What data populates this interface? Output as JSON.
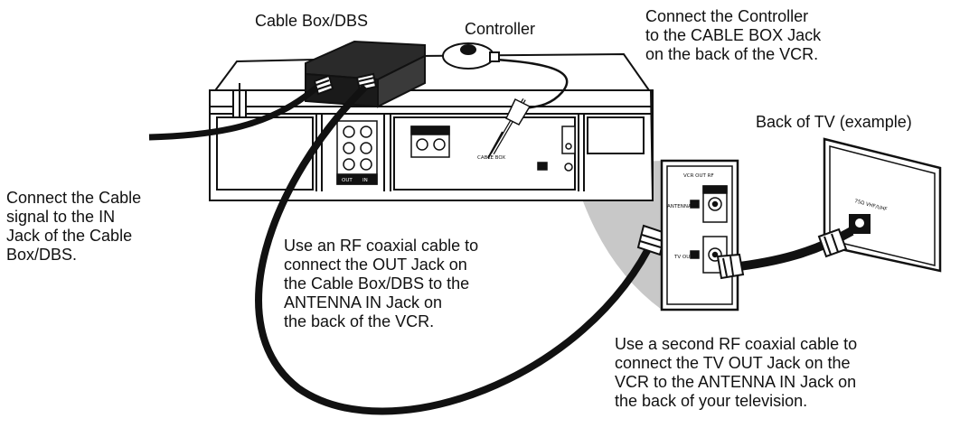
{
  "labels": {
    "cable_box": "Cable Box/DBS",
    "controller": "Controller",
    "back_of_tv": "Back of TV (example)"
  },
  "notes": {
    "controller_note": [
      "Connect the Controller",
      "to the CABLE BOX Jack",
      "on the back of the VCR."
    ],
    "cable_signal_note": [
      "Connect the Cable",
      "signal to the IN",
      "Jack of the Cable",
      "Box/DBS."
    ],
    "rf_cable_note": [
      "Use an RF coaxial cable to",
      "connect the OUT Jack on",
      "the Cable Box/DBS to the",
      "ANTENNA IN Jack on",
      "the back of the VCR."
    ],
    "second_rf_note": [
      "Use a second RF coaxial cable to",
      "connect the TV OUT Jack on the",
      "VCR to the ANTENNA IN Jack on",
      "the back of your television."
    ]
  },
  "panel_text": {
    "vcr_out": "OUT",
    "vcr_in": "IN",
    "vcr_cable_box": "CABLE BOX",
    "inset_top": "VCR OUT RF",
    "inset_antenna": "ANTENNA IN",
    "inset_tv": "TV OUT",
    "tv_jack": "75Ω VHF/UHF"
  },
  "colors": {
    "ink": "#111111",
    "zoom_shade": "#c8c8c8",
    "cable_box_body": "#2a2a2a"
  }
}
